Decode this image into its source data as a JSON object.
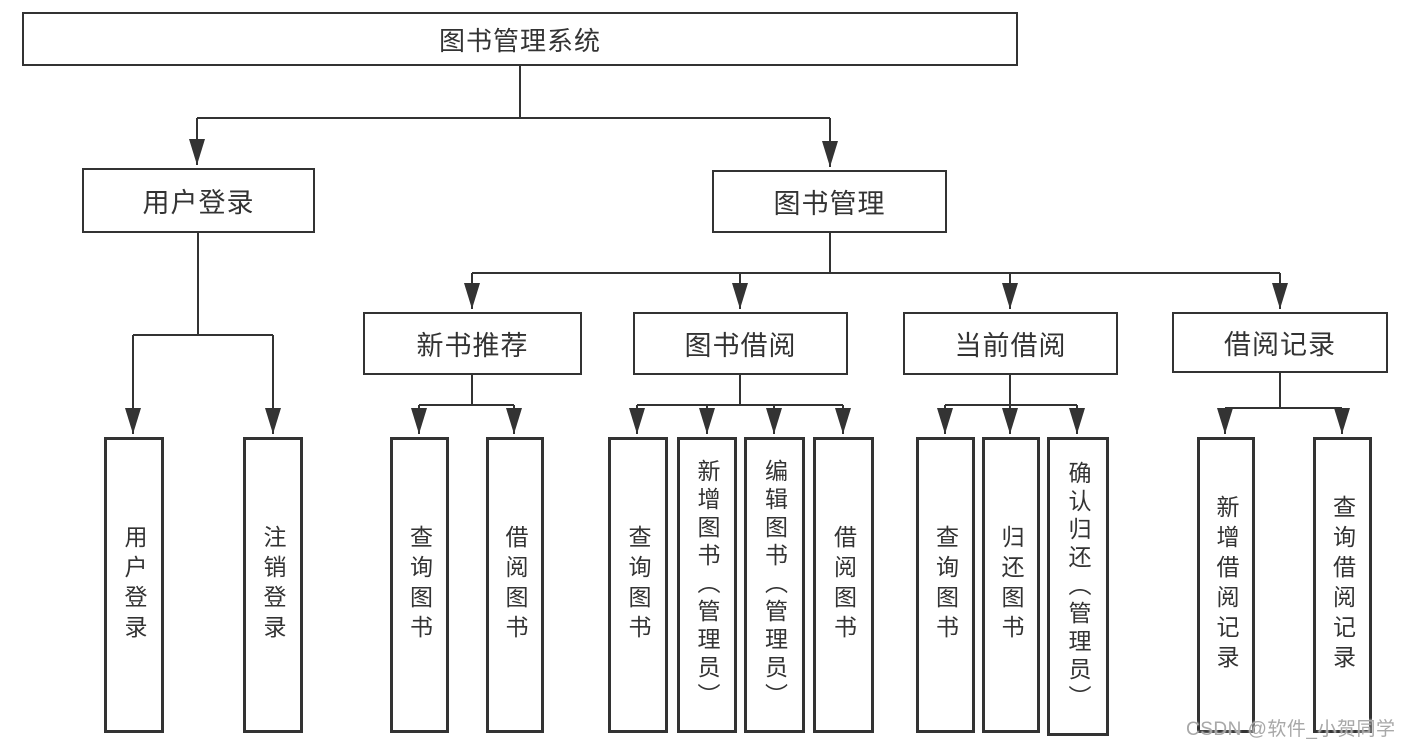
{
  "diagram_type": "hierarchy-tree",
  "hierarchy": {
    "root": {
      "label": "图书管理系统",
      "children": [
        {
          "label": "用户登录",
          "children": [
            {
              "label": "用户登录"
            },
            {
              "label": "注销登录"
            }
          ]
        },
        {
          "label": "图书管理",
          "children": [
            {
              "label": "新书推荐",
              "children": [
                {
                  "label": "查询图书"
                },
                {
                  "label": "借阅图书"
                }
              ]
            },
            {
              "label": "图书借阅",
              "children": [
                {
                  "label": "查询图书"
                },
                {
                  "label": "新增图书（管理员）"
                },
                {
                  "label": "编辑图书（管理员）"
                },
                {
                  "label": "借阅图书"
                }
              ]
            },
            {
              "label": "当前借阅",
              "children": [
                {
                  "label": "查询图书"
                },
                {
                  "label": "归还图书"
                },
                {
                  "label": "确认归还（管理员）"
                }
              ]
            },
            {
              "label": "借阅记录",
              "children": [
                {
                  "label": "新增借阅记录"
                },
                {
                  "label": "查询借阅记录"
                }
              ]
            }
          ]
        }
      ]
    }
  },
  "watermark": {
    "text": "CSDN @软件_小贺同学"
  },
  "colors": {
    "line": "#333333",
    "box_border": "#333333",
    "text": "#333333",
    "watermark": "#a8a8a8",
    "background": "#ffffff"
  }
}
